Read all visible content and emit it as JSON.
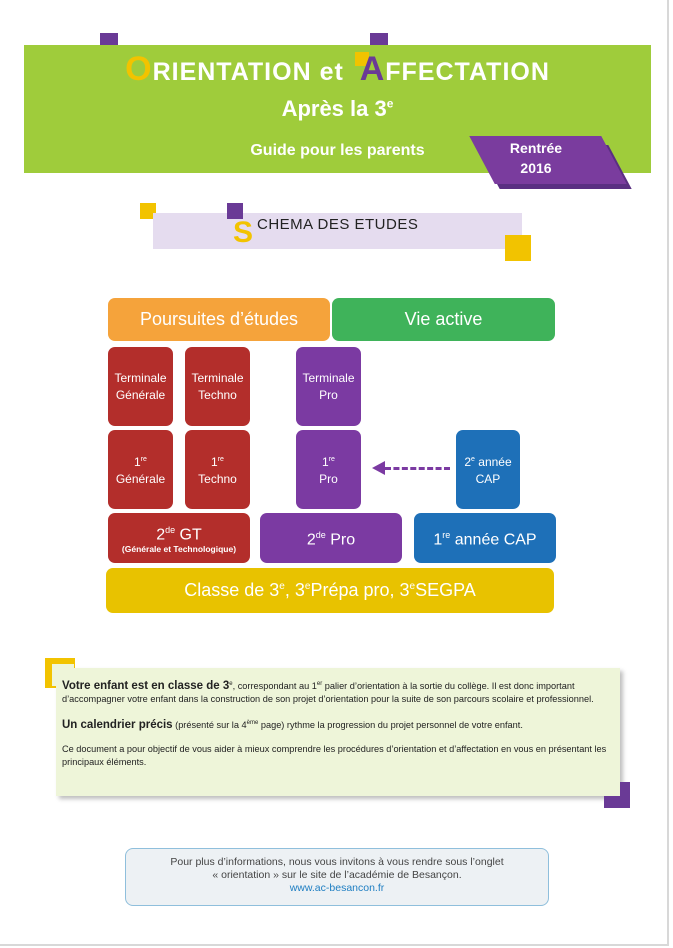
{
  "header": {
    "title_o": "O",
    "title_rientation": "RIENTATION et",
    "title_a": "A",
    "title_ffectation": "FFECTATION",
    "subtitle_main": "Après la 3",
    "subtitle_sup": "e",
    "guide": "Guide pour les parents",
    "rentree_line1": "Rentrée",
    "rentree_line2": "2016"
  },
  "schema": {
    "initial": "S",
    "label": "CHEMA DES ETUDES"
  },
  "diagram": {
    "poursuites": "Poursuites d’études",
    "vie_active": "Vie active",
    "terminale_generale": [
      "Terminale",
      "Générale"
    ],
    "terminale_techno": [
      "Terminale",
      "Techno"
    ],
    "terminale_pro": [
      "Terminale",
      "Pro"
    ],
    "premiere_generale": {
      "num": "1",
      "sup": "re",
      "label": "Générale"
    },
    "premiere_techno": {
      "num": "1",
      "sup": "re",
      "label": "Techno"
    },
    "premiere_pro": {
      "num": "1",
      "sup": "re",
      "label": "Pro"
    },
    "deuxieme_cap": {
      "num": "2",
      "sup": "e",
      "line1": " année",
      "label": "CAP"
    },
    "seconde_gt": {
      "num": "2",
      "sup": "de",
      "label": " GT",
      "sub": "(Générale et Technologique)"
    },
    "seconde_pro": {
      "num": "2",
      "sup": "de",
      "label": " Pro"
    },
    "premiere_cap": {
      "num": "1",
      "sup": "re",
      "label": " année CAP"
    },
    "classe": {
      "p1": "Classe de 3",
      "s1": "e",
      "p2": ", 3",
      "s2": "e",
      "p3": "Prépa pro, 3",
      "s3": "e",
      "p4": "SEGPA"
    }
  },
  "info": {
    "p1_strong": "Votre enfant est en classe de 3",
    "p1_strong_sup": "e",
    "p1_a": ", correspondant au 1",
    "p1_a_sup": "er",
    "p1_b": " palier d’orientation à la sortie du collège. Il est donc important d’accompagner votre enfant dans la construction de son projet d’orientation pour la suite de son parcours scolaire et professionnel.",
    "p2_strong": "Un calendrier précis",
    "p2_a": " (présenté sur la 4",
    "p2_a_sup": "ème",
    "p2_b": " page) rythme la progression du projet personnel de votre enfant.",
    "p3": "Ce document a pour objectif de vous aider à mieux comprendre les procédures d’orientation et d’affectation en vous en présentant les principaux éléments."
  },
  "footer": {
    "line1": "Pour plus d’informations, nous vous invitons à vous rendre sous l’onglet",
    "line2": "« orientation » sur le site de l’académie de Besançon.",
    "link": "www.ac-besancon.fr"
  },
  "colors": {
    "green_band": "#9fcc3b",
    "purple": "#7b3aa2",
    "yellow": "#f2c300",
    "red": "#b32e2b",
    "blue": "#1e70b8",
    "orange": "#f5a33b",
    "green_box": "#3fb35a",
    "gold": "#e8c200"
  }
}
